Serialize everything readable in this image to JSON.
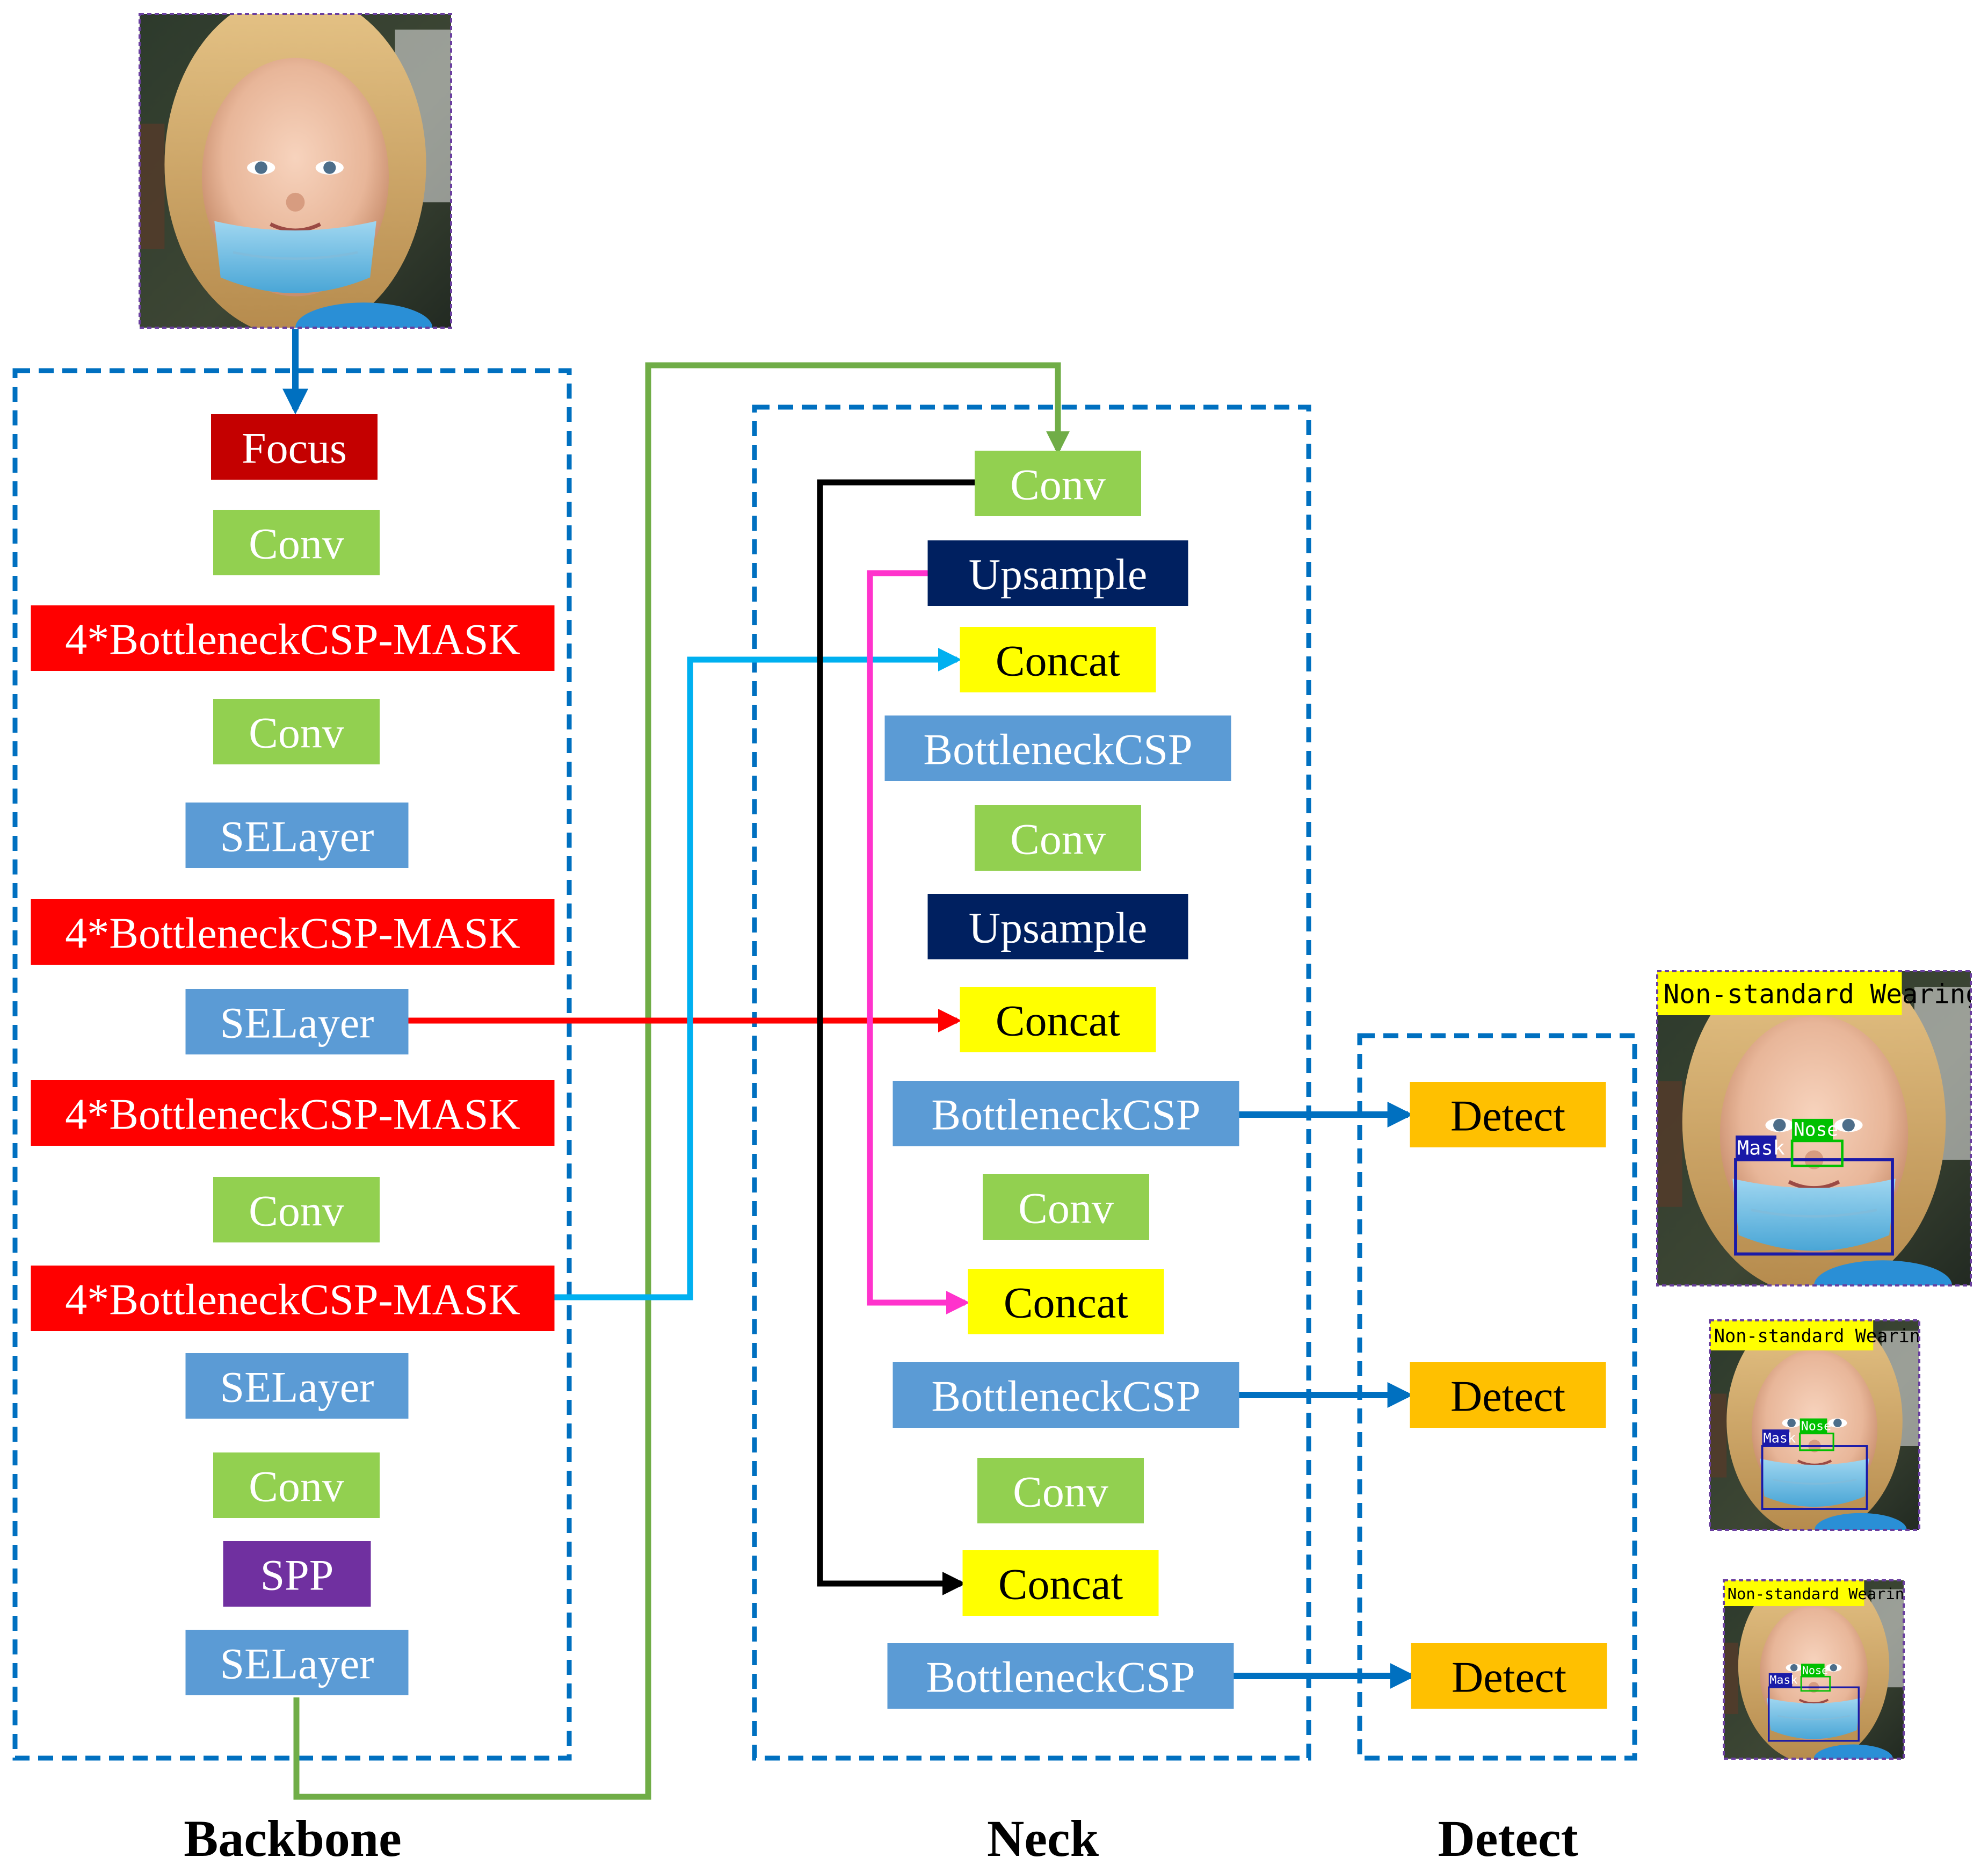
{
  "colors": {
    "focus": "#c40000",
    "conv": "#92d050",
    "bottleneck_mask": "#ff0000",
    "selayer": "#5b9bd5",
    "spp": "#7030a0",
    "upsample": "#002060",
    "concat": "#ffff00",
    "bottleneck": "#5b9bd5",
    "detect": "#ffc000",
    "dashed_border": "#0070c0",
    "arrow_green": "#70ad47",
    "arrow_red": "#ff0000",
    "arrow_cyan": "#00b0f0",
    "arrow_magenta": "#ff33cc",
    "arrow_black": "#000000",
    "arrow_blue": "#0070c0",
    "tag_yellow": "#ffff00",
    "mask_box": "#1a1aa8",
    "nose_box": "#00c000"
  },
  "backbone": {
    "label": "Backbone",
    "blocks": [
      {
        "label": "Focus",
        "kind": "focus"
      },
      {
        "label": "Conv",
        "kind": "conv"
      },
      {
        "label": "4*BottleneckCSP-MASK",
        "kind": "bottleneck_mask"
      },
      {
        "label": "Conv",
        "kind": "conv"
      },
      {
        "label": "SELayer",
        "kind": "selayer"
      },
      {
        "label": "4*BottleneckCSP-MASK",
        "kind": "bottleneck_mask"
      },
      {
        "label": "SELayer",
        "kind": "selayer"
      },
      {
        "label": "4*BottleneckCSP-MASK",
        "kind": "bottleneck_mask"
      },
      {
        "label": "Conv",
        "kind": "conv"
      },
      {
        "label": "4*BottleneckCSP-MASK",
        "kind": "bottleneck_mask"
      },
      {
        "label": "SELayer",
        "kind": "selayer"
      },
      {
        "label": "Conv",
        "kind": "conv"
      },
      {
        "label": "SPP",
        "kind": "spp"
      },
      {
        "label": "SELayer",
        "kind": "selayer"
      }
    ]
  },
  "neck": {
    "label": "Neck",
    "blocks": [
      {
        "label": "Conv",
        "kind": "conv"
      },
      {
        "label": "Upsample",
        "kind": "upsample"
      },
      {
        "label": "Concat",
        "kind": "concat"
      },
      {
        "label": "BottleneckCSP",
        "kind": "bottleneck"
      },
      {
        "label": "Conv",
        "kind": "conv"
      },
      {
        "label": "Upsample",
        "kind": "upsample"
      },
      {
        "label": "Concat",
        "kind": "concat"
      },
      {
        "label": "BottleneckCSP",
        "kind": "bottleneck"
      },
      {
        "label": "Conv",
        "kind": "conv"
      },
      {
        "label": "Concat",
        "kind": "concat"
      },
      {
        "label": "BottleneckCSP",
        "kind": "bottleneck"
      },
      {
        "label": "Conv",
        "kind": "conv"
      },
      {
        "label": "Concat",
        "kind": "concat"
      },
      {
        "label": "BottleneckCSP",
        "kind": "bottleneck"
      }
    ]
  },
  "detect": {
    "label": "Detect",
    "blocks": [
      {
        "label": "Detect",
        "kind": "detect"
      },
      {
        "label": "Detect",
        "kind": "detect"
      },
      {
        "label": "Detect",
        "kind": "detect"
      }
    ]
  },
  "outputs": {
    "class_label": "Non-standard Wearing",
    "mask_label": "Mask",
    "nose_label": "Nose"
  }
}
